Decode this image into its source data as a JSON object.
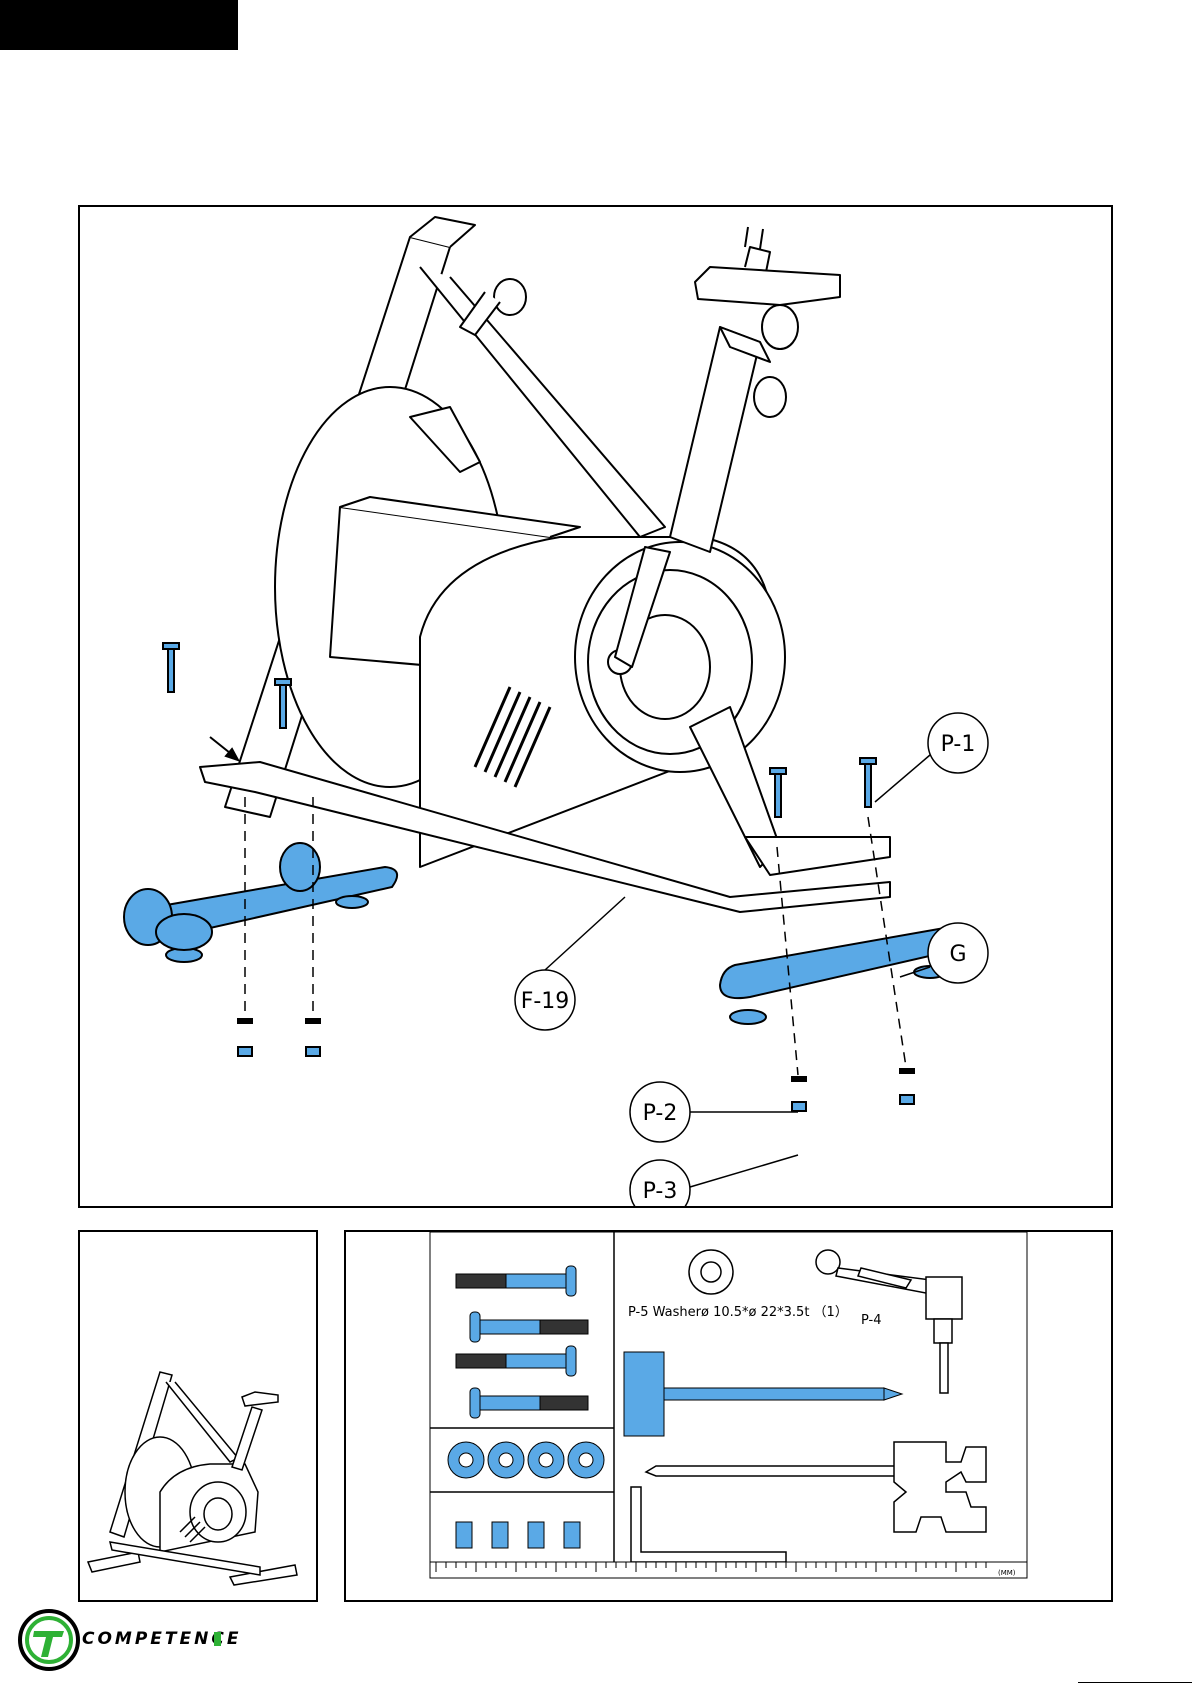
{
  "colors": {
    "accent": "#5aa9e6",
    "brand_green": "#2eb135",
    "line": "#000000"
  },
  "callouts": {
    "p1": "P-1",
    "p2": "P-2",
    "p3": "P-3",
    "g": "G",
    "f19": "F-19"
  },
  "parts": {
    "p5_label": "P-5 Washerø 10.5*ø 22*3.5t （1）",
    "p4_label": "P-4",
    "ruler_unit": "(MM)"
  },
  "brand": {
    "name": "COMPETENCE"
  }
}
